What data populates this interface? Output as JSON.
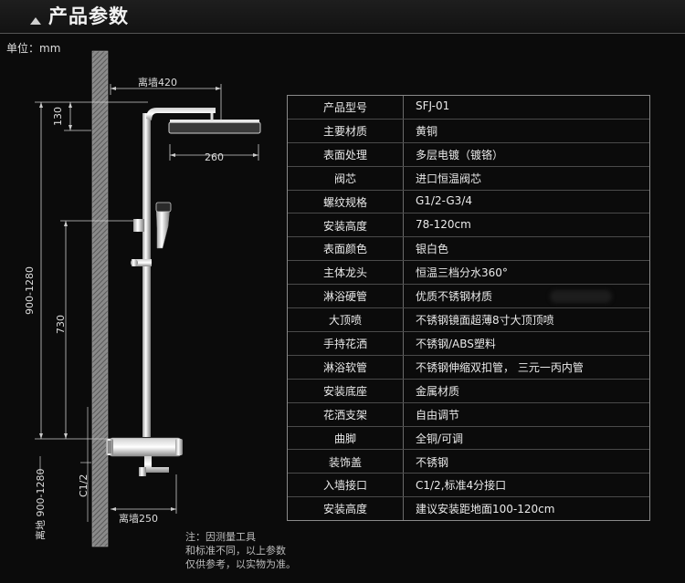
{
  "header": {
    "title": "产品参数"
  },
  "unit": "单位：mm",
  "diagram": {
    "dim_wall_top": "离墙420",
    "dim_130": "130",
    "dim_260": "260",
    "dim_900_1280": "900-1280",
    "dim_730": "730",
    "dim_c12": "C1/2",
    "dim_floor": "离地 900-1280",
    "dim_wall_bottom": "离墙250"
  },
  "specs": [
    {
      "label": "产品型号",
      "value": "SFJ-01"
    },
    {
      "label": "主要材质",
      "value": "黄铜"
    },
    {
      "label": "表面处理",
      "value": "多层电镀（镀铬）"
    },
    {
      "label": "阀芯",
      "value": "进口恒温阀芯"
    },
    {
      "label": "螺纹规格",
      "value": "G1/2-G3/4"
    },
    {
      "label": "安装高度",
      "value": "78-120cm"
    },
    {
      "label": "表面颜色",
      "value": "银白色"
    },
    {
      "label": "主体龙头",
      "value": "恒温三档分水360°"
    },
    {
      "label": "淋浴硬管",
      "value": "优质不锈钢材质"
    },
    {
      "label": "大顶喷",
      "value": "不锈钢镜面超薄8寸大顶顶喷"
    },
    {
      "label": "手持花洒",
      "value": "不锈钢/ABS塑料"
    },
    {
      "label": "淋浴软管",
      "value": "不锈钢伸缩双扣管， 三元一丙内管"
    },
    {
      "label": "安装底座",
      "value": "金属材质"
    },
    {
      "label": "花洒支架",
      "value": "自由调节"
    },
    {
      "label": "曲脚",
      "value": "全铜/可调"
    },
    {
      "label": "装饰盖",
      "value": "不锈钢"
    },
    {
      "label": "入墙接口",
      "value": "C1/2,标准4分接口"
    },
    {
      "label": "安装高度",
      "value": "建议安装距地面100-120cm"
    }
  ],
  "note": {
    "line1": "注：因测量工具",
    "line2": "和标准不同，以上参数",
    "line3": "仅供参考，以实物为准。"
  }
}
